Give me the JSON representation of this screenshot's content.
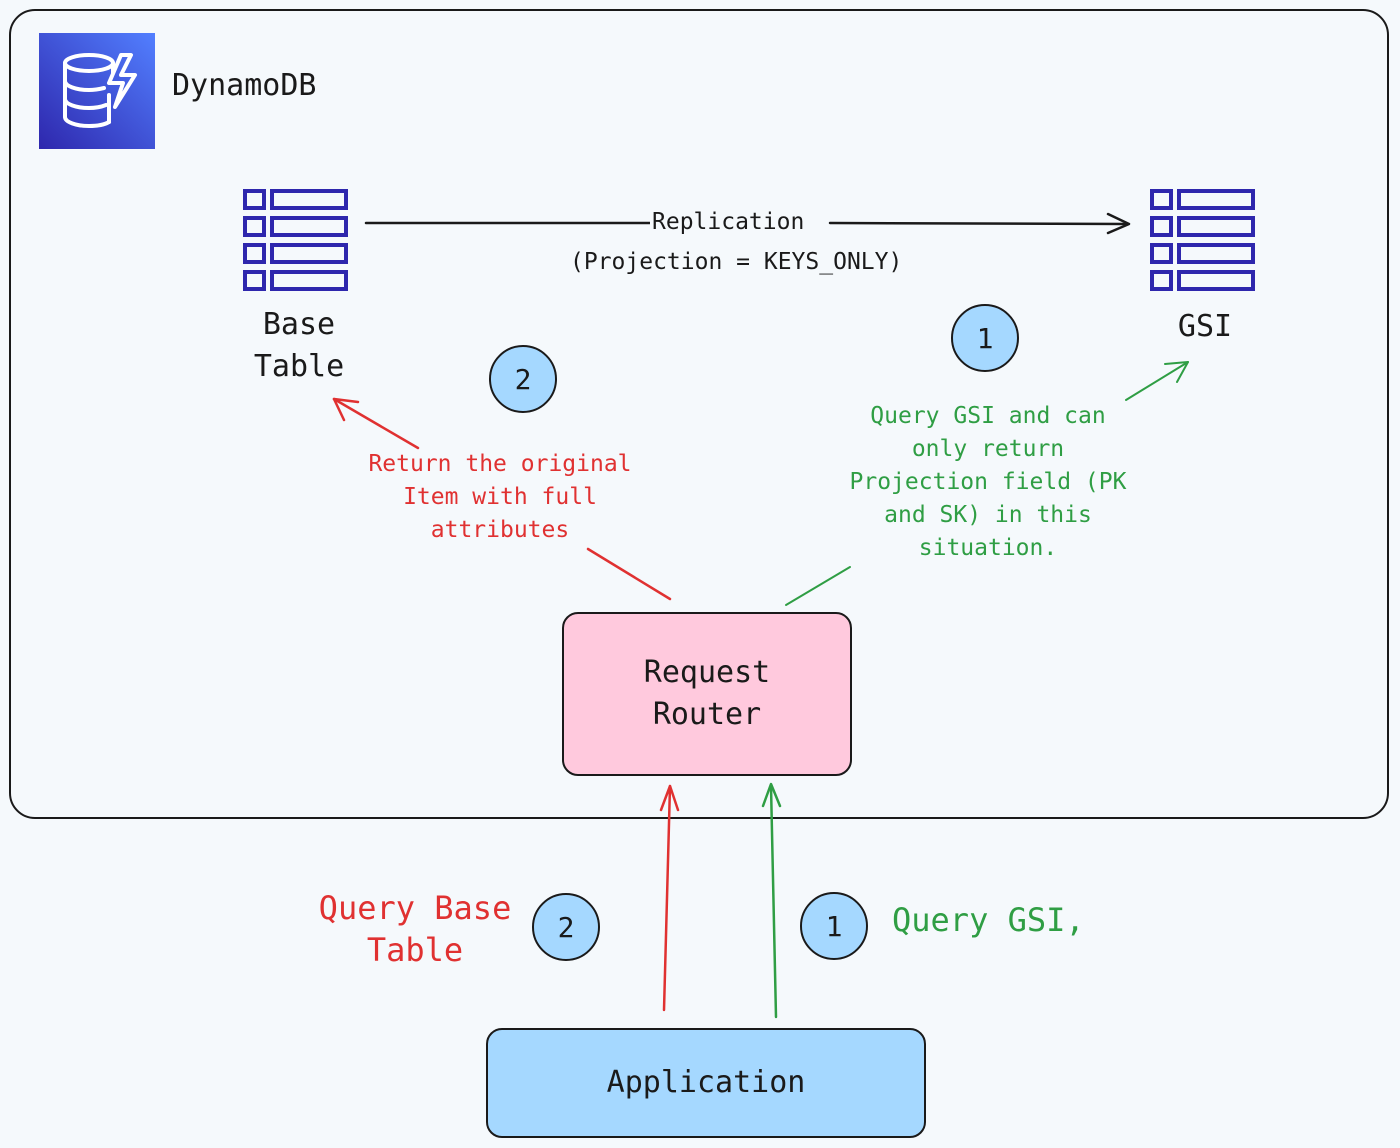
{
  "header": {
    "title": "DynamoDB"
  },
  "base_table": {
    "label": "Base\nTable"
  },
  "gsi": {
    "label": "GSI"
  },
  "replication": {
    "label": "Replication",
    "projection": "(Projection = KEYS_ONLY)"
  },
  "steps": {
    "one": "1",
    "two": "2"
  },
  "notes": {
    "return_original": "Return the original\nItem with full\nattributes",
    "query_gsi_detail": "Query GSI and can\nonly return\nProjection field (PK\nand SK) in this\nsituation."
  },
  "router": {
    "label": "Request\nRouter"
  },
  "application": {
    "label": "Application"
  },
  "queries": {
    "base": "Query Base\nTable",
    "gsi": "Query GSI,"
  },
  "colors": {
    "red": "#e03131",
    "green": "#2f9e44",
    "router_fill": "#ffc9dd",
    "app_fill": "#a5d8ff",
    "badge_fill": "#a5d8ff",
    "table_icon": "#2e27ad"
  },
  "icons": {
    "logo": "dynamodb-icon",
    "table": "table-icon"
  }
}
